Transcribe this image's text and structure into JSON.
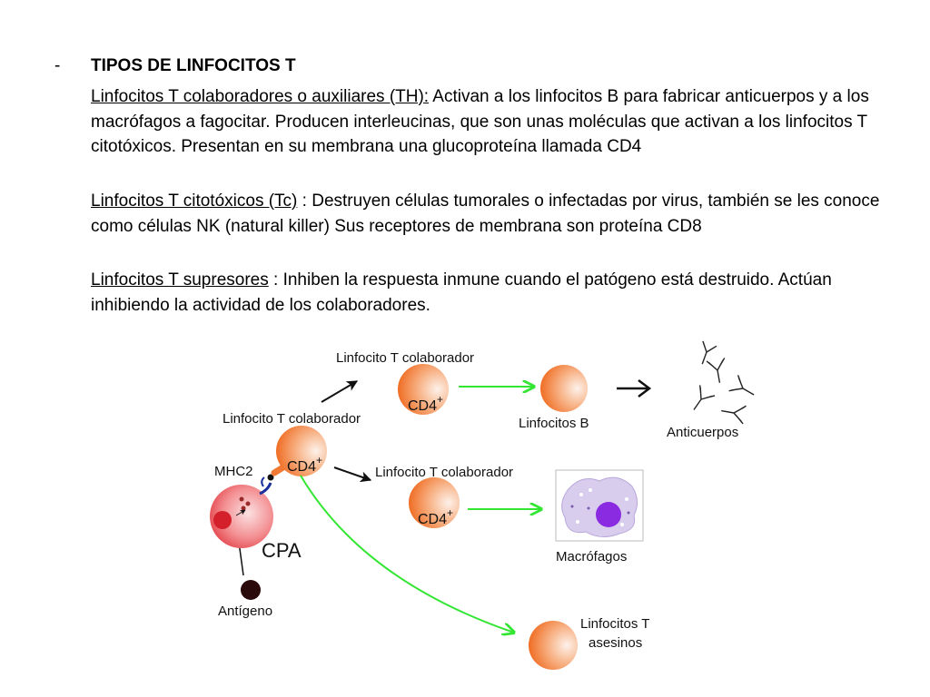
{
  "text": {
    "dash": "-",
    "heading": "TIPOS DE LINFOCITOS T",
    "p1_term": "Linfocitos T colaboradores o auxiliares (TH):",
    "p1_body": " Activan a los linfocitos B para fabricar anticuerpos y a los macrófagos a fagocitar. Producen interleucinas, que son unas moléculas que activan a los linfocitos T citotóxicos. Presentan en su membrana una glucoproteína llamada CD4",
    "p2_term": "Linfocitos T citotóxicos (Tc)",
    "p2_body": " : Destruyen células tumorales o infectadas por virus, también se les conoce como células NK (natural killer) Sus receptores de membrana son proteína CD8",
    "p3_term": "Linfocitos T supresores",
    "p3_body": " : Inhiben la respuesta inmune cuando el patógeno está destruido. Actúan inhibiendo la actividad de los colaboradores."
  },
  "diagram": {
    "label_colab_top": "Linfocito T colaborador",
    "label_colab_left": "Linfocito T colaborador",
    "label_colab_mid": "Linfocito T colaborador",
    "cd4": "CD4",
    "plus": "+",
    "mhc2": "MHC2",
    "cpa": "CPA",
    "antigeno": "Antígeno",
    "linfocitos_b": "Linfocitos B",
    "anticuerpos": "Anticuerpos",
    "macrofagos": "Macrófagos",
    "asesinos_line1": "Linfocitos T",
    "asesinos_line2": "asesinos",
    "colors": {
      "lymph_orange": "#f07a35",
      "cpa_red": "#e8333b",
      "green_arrow": "#33e633",
      "macrophage_violet": "#8a2be2",
      "antigen_dark": "#2a0a0a",
      "receptor_blue": "#1a2e9e"
    }
  }
}
